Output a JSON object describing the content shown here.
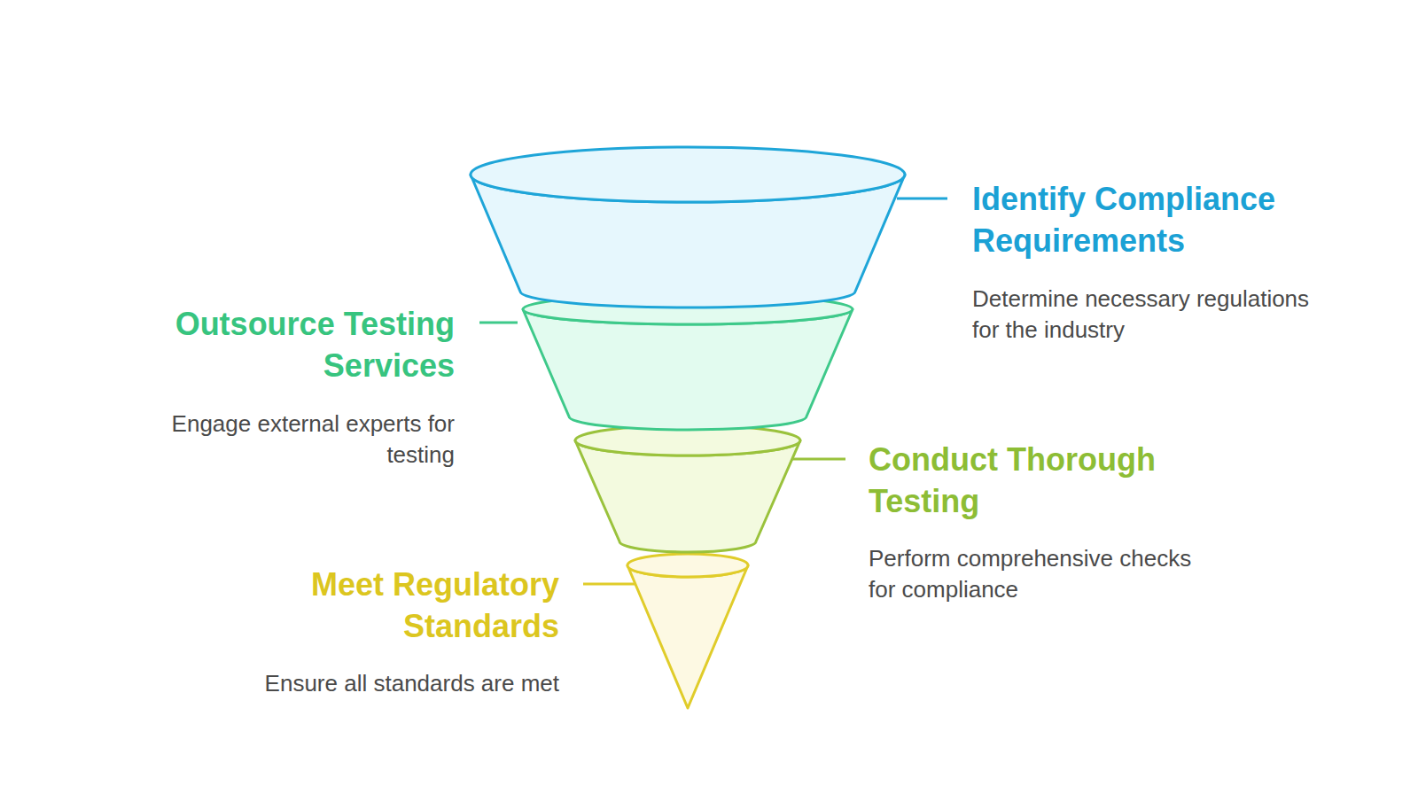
{
  "diagram": {
    "nodes": [
      {
        "text": [
          "Identify Compliance Requirements",
          "Determine necessary regulations for the industry"
        ]
      },
      {
        "text": [
          "Outsource Testing Services",
          "Engage external experts for testing"
        ]
      },
      {
        "text": [
          "Conduct Thorough Testing",
          "Perform comprehensive checks for compliance"
        ]
      },
      {
        "text": [
          "Meet Regulatory Standards",
          "Ensure all standards are met"
        ]
      }
    ]
  }
}
